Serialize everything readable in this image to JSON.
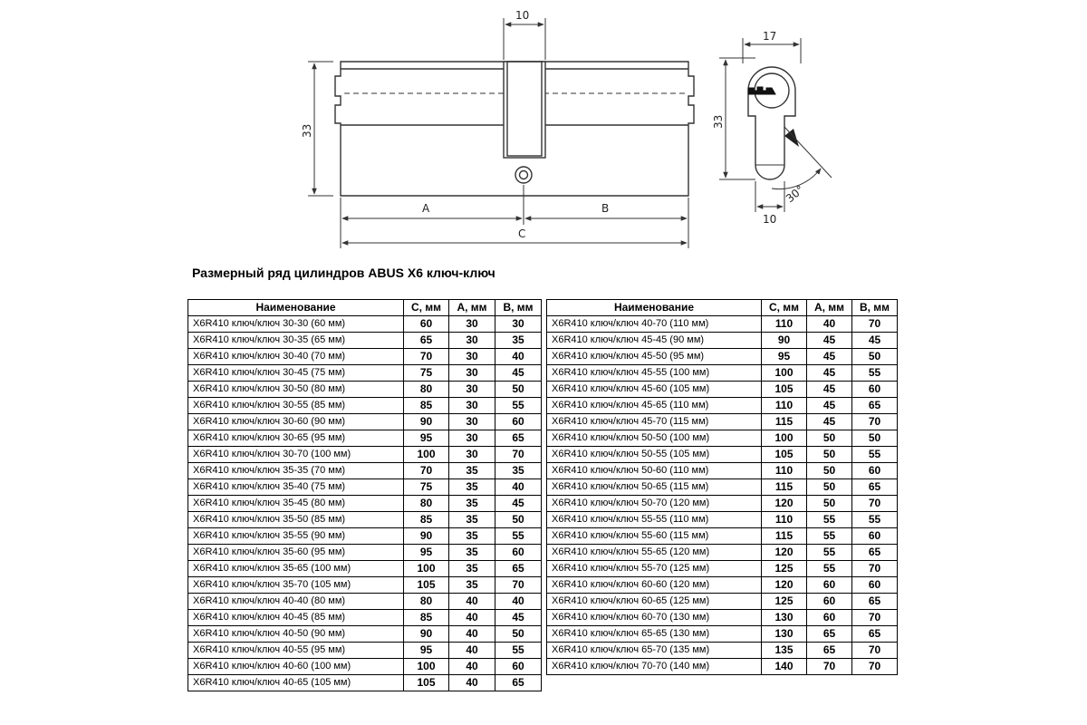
{
  "drawing": {
    "dim_top": "10",
    "dim_height_left": "33",
    "dim_a": "A",
    "dim_b": "B",
    "dim_c": "C",
    "dim_side_width": "17",
    "dim_side_height": "33",
    "dim_side_bottom": "10",
    "dim_angle": "30°"
  },
  "title": "Размерный ряд цилиндров ABUS X6 ключ-ключ",
  "table": {
    "headers": [
      "Наименование",
      "С, мм",
      "А, мм",
      "В, мм"
    ],
    "left_rows": [
      [
        "X6R410 ключ/ключ 30-30 (60 мм)",
        "60",
        "30",
        "30"
      ],
      [
        "X6R410 ключ/ключ 30-35 (65 мм)",
        "65",
        "30",
        "35"
      ],
      [
        "X6R410 ключ/ключ 30-40 (70 мм)",
        "70",
        "30",
        "40"
      ],
      [
        "X6R410 ключ/ключ 30-45 (75 мм)",
        "75",
        "30",
        "45"
      ],
      [
        "X6R410 ключ/ключ 30-50 (80 мм)",
        "80",
        "30",
        "50"
      ],
      [
        "X6R410 ключ/ключ 30-55 (85 мм)",
        "85",
        "30",
        "55"
      ],
      [
        "X6R410 ключ/ключ 30-60 (90 мм)",
        "90",
        "30",
        "60"
      ],
      [
        "X6R410 ключ/ключ 30-65 (95 мм)",
        "95",
        "30",
        "65"
      ],
      [
        "X6R410 ключ/ключ 30-70 (100 мм)",
        "100",
        "30",
        "70"
      ],
      [
        "X6R410 ключ/ключ 35-35 (70 мм)",
        "70",
        "35",
        "35"
      ],
      [
        "X6R410 ключ/ключ 35-40 (75 мм)",
        "75",
        "35",
        "40"
      ],
      [
        "X6R410 ключ/ключ 35-45 (80 мм)",
        "80",
        "35",
        "45"
      ],
      [
        "X6R410 ключ/ключ 35-50 (85 мм)",
        "85",
        "35",
        "50"
      ],
      [
        "X6R410 ключ/ключ 35-55 (90 мм)",
        "90",
        "35",
        "55"
      ],
      [
        "X6R410 ключ/ключ 35-60 (95 мм)",
        "95",
        "35",
        "60"
      ],
      [
        "X6R410 ключ/ключ 35-65 (100 мм)",
        "100",
        "35",
        "65"
      ],
      [
        "X6R410 ключ/ключ 35-70 (105 мм)",
        "105",
        "35",
        "70"
      ],
      [
        "X6R410 ключ/ключ 40-40 (80 мм)",
        "80",
        "40",
        "40"
      ],
      [
        "X6R410 ключ/ключ 40-45 (85 мм)",
        "85",
        "40",
        "45"
      ],
      [
        "X6R410 ключ/ключ 40-50 (90 мм)",
        "90",
        "40",
        "50"
      ],
      [
        "X6R410 ключ/ключ 40-55 (95 мм)",
        "95",
        "40",
        "55"
      ],
      [
        "X6R410 ключ/ключ 40-60 (100 мм)",
        "100",
        "40",
        "60"
      ],
      [
        "X6R410 ключ/ключ 40-65 (105 мм)",
        "105",
        "40",
        "65"
      ]
    ],
    "right_rows": [
      [
        "X6R410 ключ/ключ 40-70 (110 мм)",
        "110",
        "40",
        "70"
      ],
      [
        "X6R410 ключ/ключ 45-45 (90 мм)",
        "90",
        "45",
        "45"
      ],
      [
        "X6R410 ключ/ключ 45-50 (95 мм)",
        "95",
        "45",
        "50"
      ],
      [
        "X6R410 ключ/ключ 45-55 (100 мм)",
        "100",
        "45",
        "55"
      ],
      [
        "X6R410 ключ/ключ 45-60 (105 мм)",
        "105",
        "45",
        "60"
      ],
      [
        "X6R410 ключ/ключ 45-65 (110 мм)",
        "110",
        "45",
        "65"
      ],
      [
        "X6R410 ключ/ключ 45-70 (115 мм)",
        "115",
        "45",
        "70"
      ],
      [
        "X6R410 ключ/ключ 50-50 (100 мм)",
        "100",
        "50",
        "50"
      ],
      [
        "X6R410 ключ/ключ 50-55 (105 мм)",
        "105",
        "50",
        "55"
      ],
      [
        "X6R410 ключ/ключ 50-60 (110 мм)",
        "110",
        "50",
        "60"
      ],
      [
        "X6R410 ключ/ключ 50-65 (115 мм)",
        "115",
        "50",
        "65"
      ],
      [
        "X6R410 ключ/ключ 50-70 (120 мм)",
        "120",
        "50",
        "70"
      ],
      [
        "X6R410 ключ/ключ 55-55 (110 мм)",
        "110",
        "55",
        "55"
      ],
      [
        "X6R410 ключ/ключ 55-60 (115 мм)",
        "115",
        "55",
        "60"
      ],
      [
        "X6R410 ключ/ключ 55-65 (120 мм)",
        "120",
        "55",
        "65"
      ],
      [
        "X6R410 ключ/ключ 55-70 (125 мм)",
        "125",
        "55",
        "70"
      ],
      [
        "X6R410 ключ/ключ 60-60 (120 мм)",
        "120",
        "60",
        "60"
      ],
      [
        "X6R410 ключ/ключ 60-65 (125 мм)",
        "125",
        "60",
        "65"
      ],
      [
        "X6R410 ключ/ключ 60-70 (130 мм)",
        "130",
        "60",
        "70"
      ],
      [
        "X6R410 ключ/ключ 65-65 (130 мм)",
        "130",
        "65",
        "65"
      ],
      [
        "X6R410 ключ/ключ 65-70 (135 мм)",
        "135",
        "65",
        "70"
      ],
      [
        "X6R410 ключ/ключ 70-70 (140 мм)",
        "140",
        "70",
        "70"
      ]
    ]
  }
}
